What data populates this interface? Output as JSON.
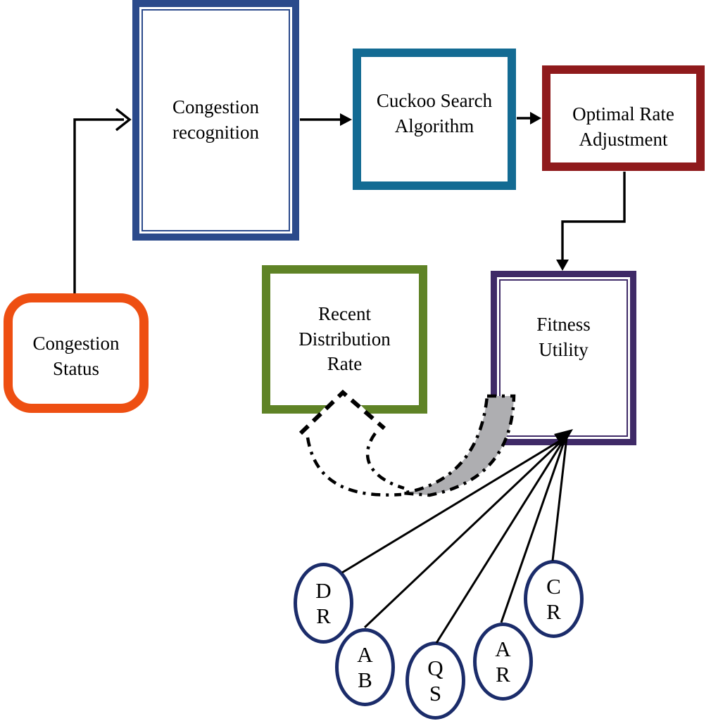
{
  "nodes": {
    "congestion_status": {
      "label": "Congestion\nStatus",
      "border_color": "#EE4F12"
    },
    "congestion_recognition": {
      "label": "Congestion\nrecognition",
      "border_color": "#2B4A8B"
    },
    "cuckoo_search": {
      "label": "Cuckoo Search\nAlgorithm",
      "border_color": "#136B93"
    },
    "optimal_rate_adjustment": {
      "label": "Optimal Rate\nAdjustment",
      "border_color": "#8F1A1C"
    },
    "recent_distribution_rate": {
      "label": "Recent\nDistribution\nRate",
      "border_color": "#5F8326"
    },
    "fitness_utility": {
      "label": "Fitness\nUtility",
      "border_color": "#3F2A67"
    }
  },
  "factors": [
    {
      "label": "D\nR"
    },
    {
      "label": "A\nB"
    },
    {
      "label": "Q\nS"
    },
    {
      "label": "A\nR"
    },
    {
      "label": "C\nR"
    }
  ],
  "colors": {
    "factor_border": "#1B2C6A",
    "connector": "#000000",
    "feedback_arrow_fill": "#AEAEB1",
    "background": "#FFFFFF"
  }
}
